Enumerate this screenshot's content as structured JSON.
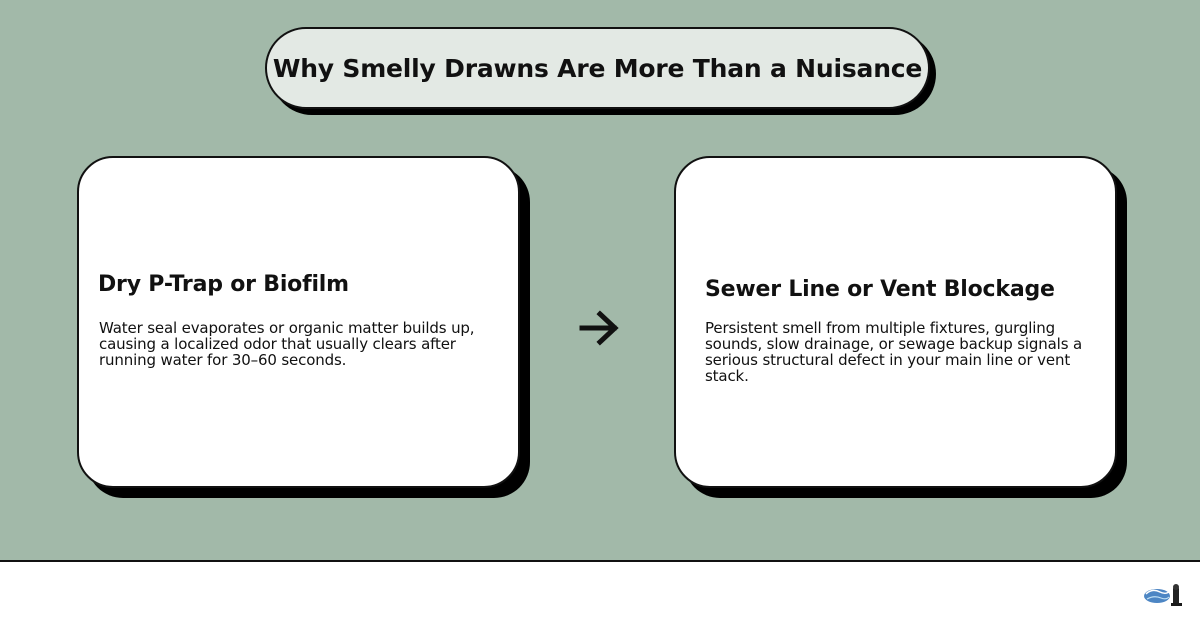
{
  "title": "Why Smelly Drawns Are More Than a Nuisance",
  "cards": [
    {
      "heading": "Dry P-Trap or Biofilm",
      "body": "Water seal evaporates or organic matter builds up, causing a localized odor that usually clears after running water for 30–60 seconds."
    },
    {
      "heading": "Sewer Line or Vent Blockage",
      "body": "Persistent smell from multiple fixtures, gurgling sounds, slow drainage, or sewage backup signals a serious structural defect in your main line or vent stack."
    }
  ],
  "icons": {
    "connector": "arrow-right-icon",
    "brand": "brand-logo-icon"
  },
  "colors": {
    "background": "#a2b9a9",
    "title_fill": "#e3e9e4",
    "card_fill": "#ffffff",
    "outline": "#111111",
    "shadow": "#000000"
  }
}
